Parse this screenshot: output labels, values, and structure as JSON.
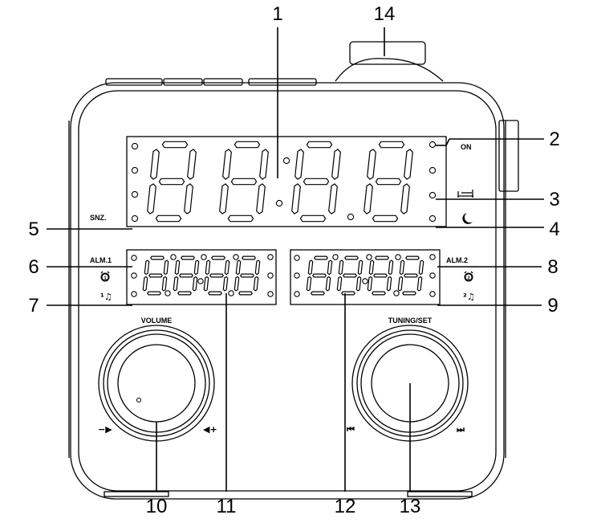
{
  "callouts": [
    "1",
    "2",
    "3",
    "4",
    "5",
    "6",
    "7",
    "8",
    "9",
    "10",
    "11",
    "12",
    "13",
    "14"
  ],
  "panel_labels": {
    "on": "ON",
    "snooze": "SNZ.",
    "alarm1": "ALM.1",
    "alarm2": "ALM.2",
    "volume": "VOLUME",
    "tuning": "TUNING/SET"
  },
  "icons": {
    "sleep": "moon-icon",
    "nap": "bed-icon",
    "alarm1_clock": "alarm-clock-1-icon",
    "alarm1_tone": "music-note-1-icon",
    "alarm2_clock": "alarm-clock-2-icon",
    "alarm2_tone": "music-note-2-icon",
    "volume_down": "speaker-minus-icon",
    "volume_up": "speaker-plus-icon",
    "previous": "skip-back-icon",
    "next": "skip-forward-icon"
  },
  "symbols": {
    "volume_down": "−▶",
    "volume_up": "◀+",
    "previous": "⏮",
    "next": "⏭",
    "alarm1_tone": "¹♫",
    "alarm2_tone": "²♫"
  }
}
